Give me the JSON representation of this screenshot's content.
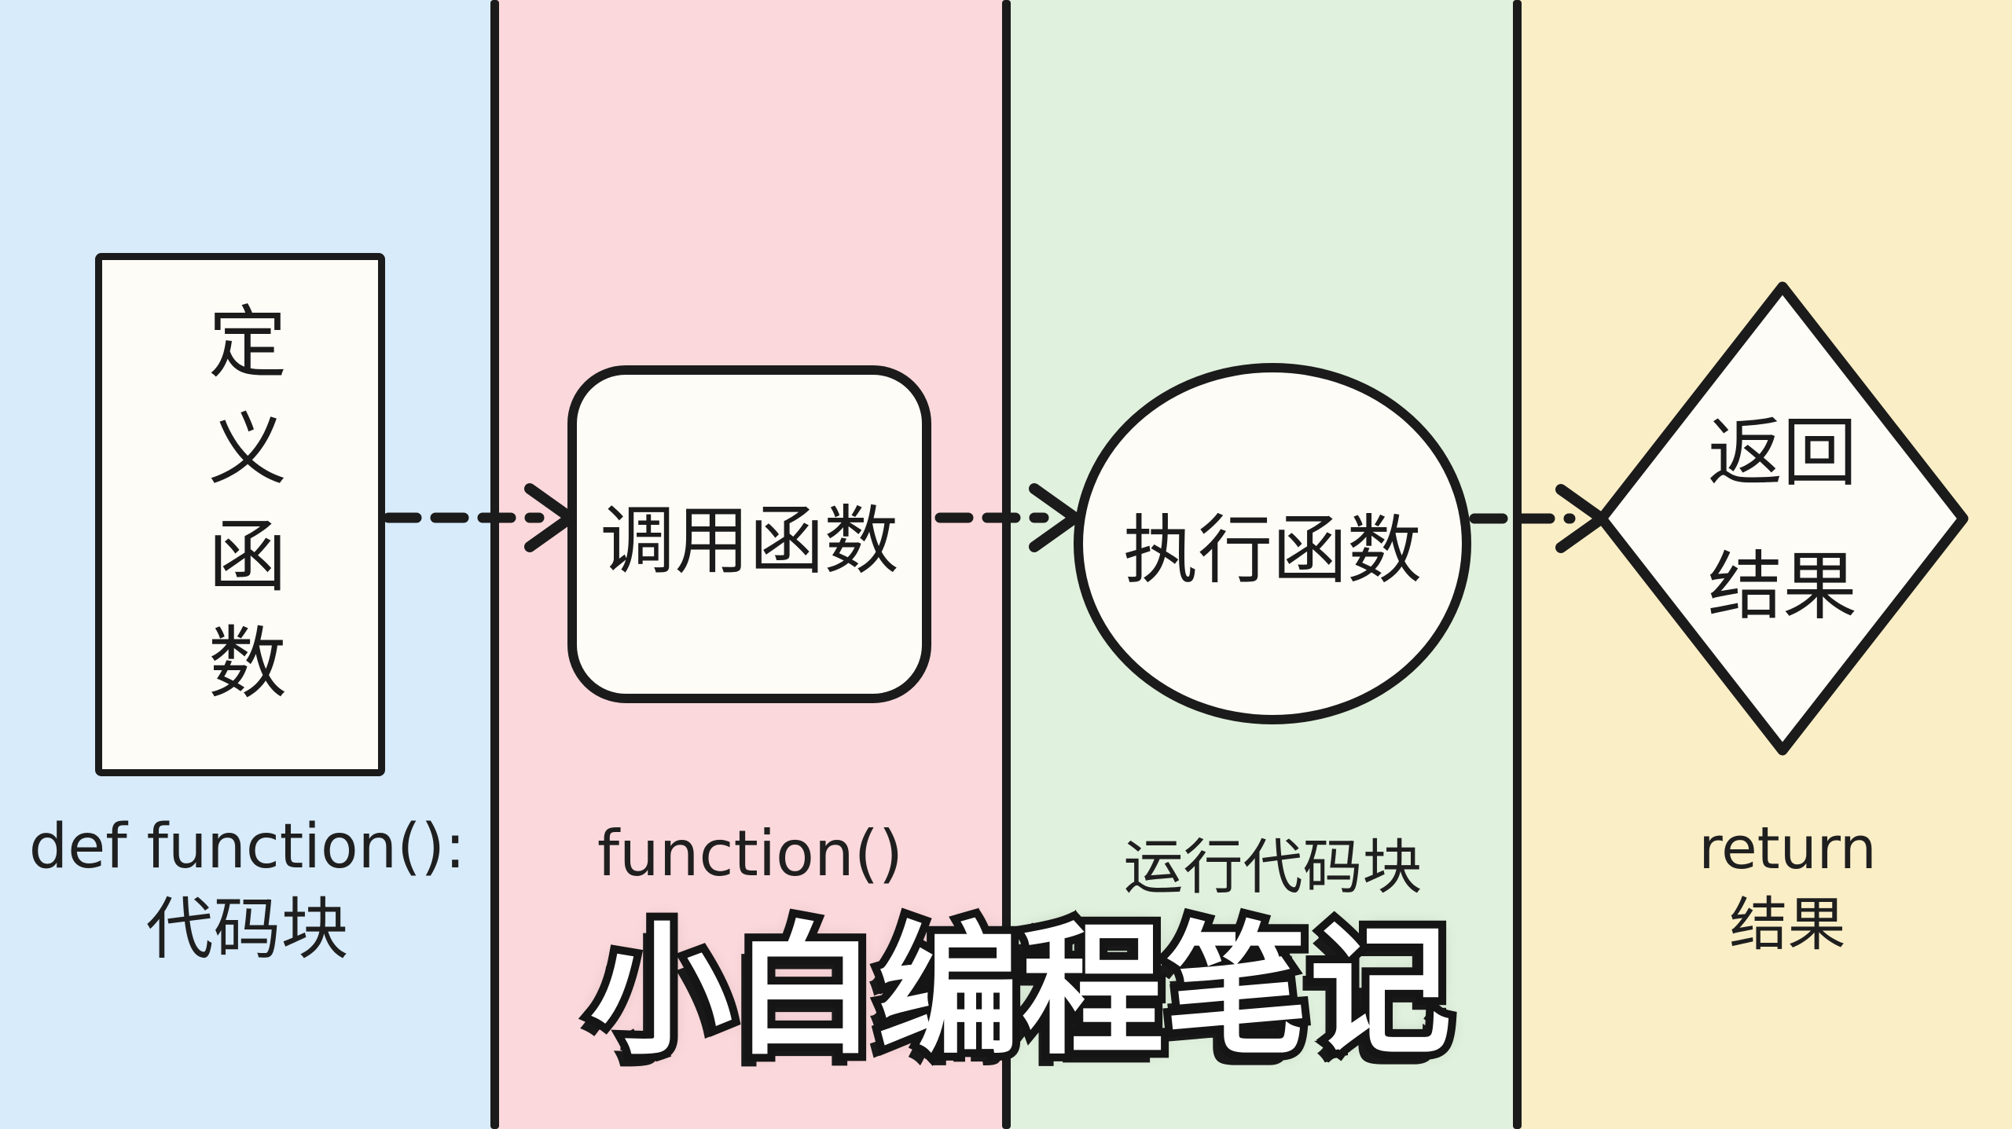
{
  "title": {
    "text": "小白编程笔记"
  },
  "colors": {
    "ink": "#1b1b1b",
    "node_fill": "#fdfcf7",
    "col_define": "#d7ebfa",
    "col_call": "#fbd8db",
    "col_execute": "#e0f1dd",
    "col_return": "#faeec6"
  },
  "flow": {
    "connector_style": "dashed-arrow",
    "nodes": [
      {
        "id": "define",
        "shape": "rectangle",
        "label": "定义函数",
        "caption": [
          "def function():",
          "代码块"
        ]
      },
      {
        "id": "call",
        "shape": "rounded-rectangle",
        "label": "调用函数",
        "caption": [
          "function()"
        ]
      },
      {
        "id": "execute",
        "shape": "ellipse",
        "label": "执行函数",
        "caption": [
          "运行代码块"
        ]
      },
      {
        "id": "return",
        "shape": "diamond",
        "label_line1": "返回",
        "label_line2": "结果",
        "caption": [
          "return",
          "结果"
        ]
      }
    ]
  }
}
